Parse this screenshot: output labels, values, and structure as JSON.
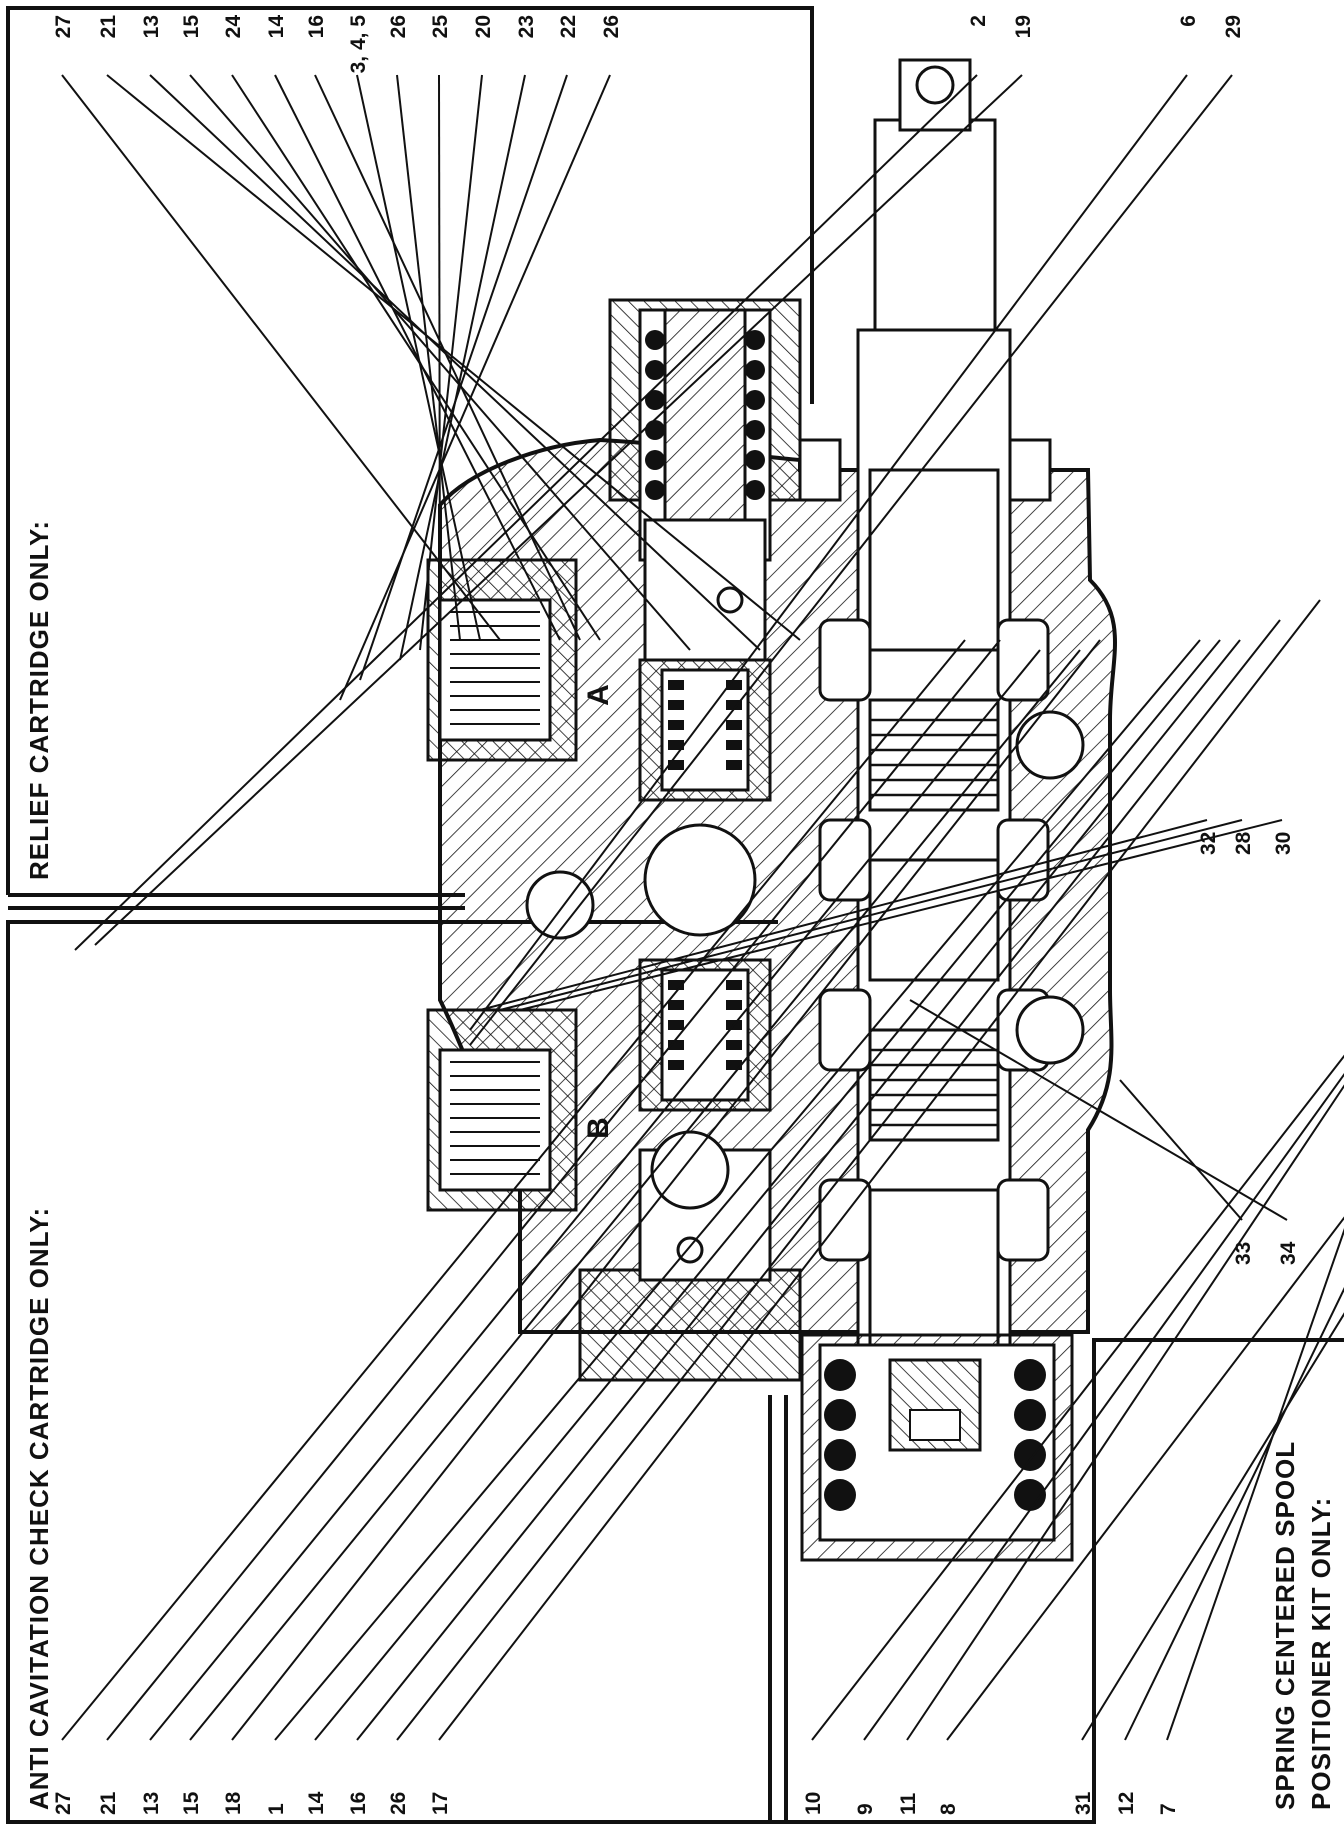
{
  "sections": {
    "relief_heading": "RELIEF CARTRIDGE ONLY:",
    "anti_cavitation_heading": "ANTI CAVITATION CHECK CARTRIDGE ONLY:",
    "spring_centered_heading_line1": "SPRING CENTERED SPOOL",
    "spring_centered_heading_line2": "POSITIONER KIT ONLY:"
  },
  "ports": {
    "a": "A",
    "b": "B"
  },
  "callouts": {
    "relief_top": [
      "27",
      "21",
      "13",
      "15",
      "24",
      "14",
      "16",
      "3, 4, 5",
      "26",
      "25",
      "20",
      "23",
      "22",
      "26"
    ],
    "top_right": [
      "2",
      "19",
      "6",
      "29"
    ],
    "bottom_middle": [
      "32",
      "28",
      "30",
      "33",
      "34"
    ],
    "anti_cavitation_bottom": [
      "27",
      "21",
      "13",
      "15",
      "18",
      "1",
      "14",
      "16",
      "26",
      "17"
    ],
    "spring_bottom": [
      "10",
      "9",
      "11",
      "8",
      "31",
      "12",
      "7"
    ]
  },
  "colors": {
    "ink": "#111111",
    "background": "#ffffff"
  }
}
